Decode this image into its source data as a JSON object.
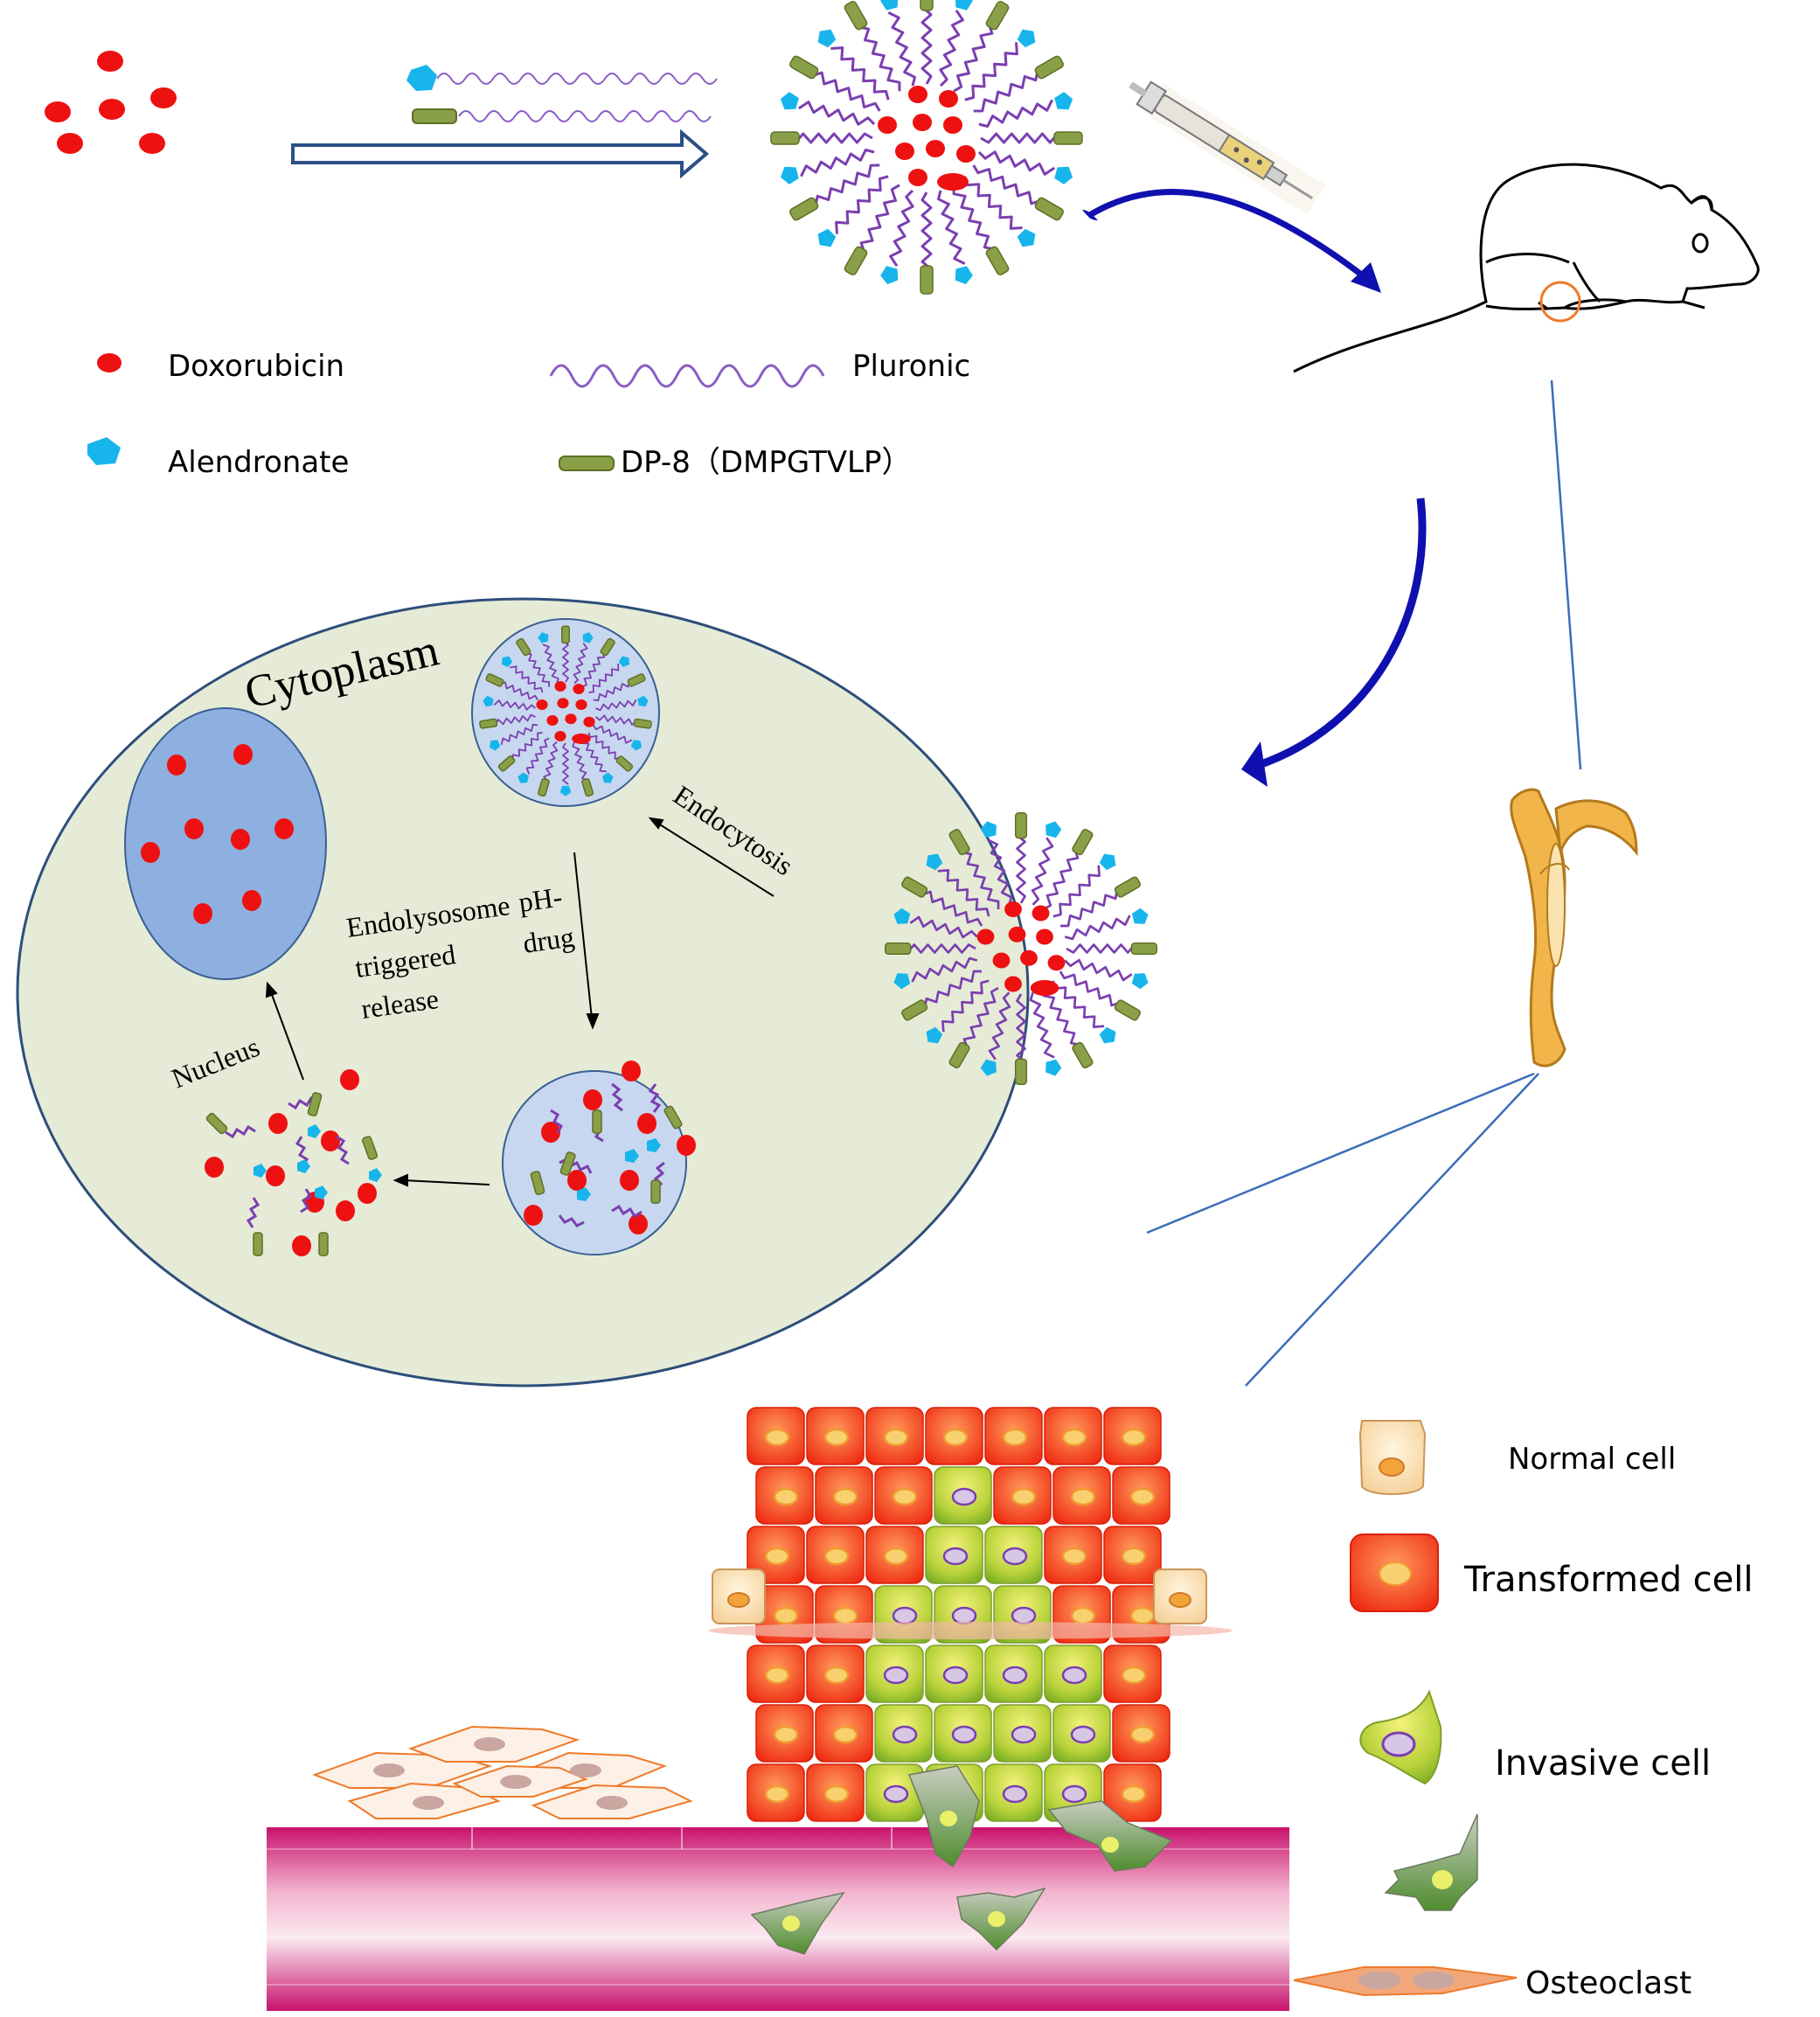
{
  "legend": {
    "doxorubicin": "Doxorubicin",
    "pluronic": "Pluronic",
    "alendronate": "Alendronate",
    "dp8": "DP-8（DMPGTVLP）"
  },
  "cell_labels": {
    "cytoplasm": "Cytoplasm",
    "endocytosis": "Endocytosis",
    "ph_line1": "pH-",
    "ph_line2": "drug",
    "endolysosome_line1": "Endolysosome",
    "endolysosome_line2": "triggered",
    "endolysosome_line3": "release",
    "nucleus": "Nucleus"
  },
  "tissue_legend": {
    "normal": "Normal cell",
    "transformed": "Transformed cell",
    "invasive": "Invasive cell",
    "osteoclast": "Osteoclast"
  },
  "colors": {
    "drug": "#ee1111",
    "alendronate": "#17b5ec",
    "peptide": "#8aa048",
    "pluronic": "#7b3fb0",
    "cytoplasm": "#e5ebd6",
    "vesicle": "#c7d7ef",
    "nucleus": "#8eb0e0",
    "flow_arrow": "#1010b0",
    "leader_line": "#3a6db8"
  },
  "icons": [
    "syringe-icon",
    "mouse-icon",
    "bone-icon"
  ]
}
